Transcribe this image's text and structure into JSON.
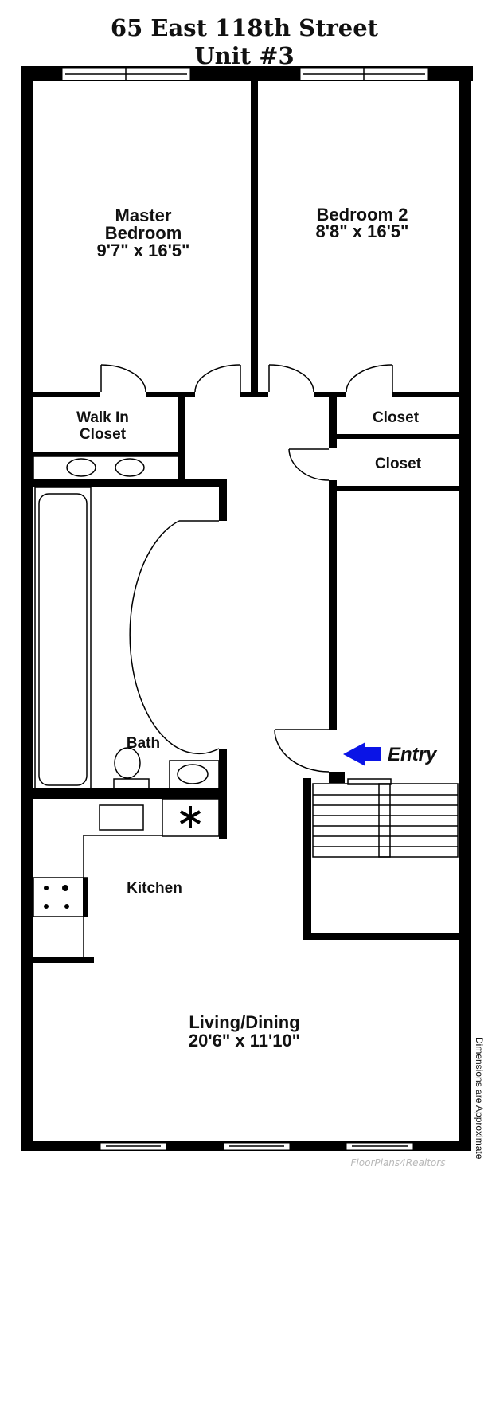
{
  "title": {
    "line1": "65 East 118th Street",
    "line2": "Unit #3"
  },
  "rooms": {
    "master": {
      "name1": "Master",
      "name2": "Bedroom",
      "dims": "9'7\" x 16'5\""
    },
    "bedroom2": {
      "name": "Bedroom 2",
      "dims": "8'8\" x 16'5\""
    },
    "walkin": {
      "name1": "Walk In",
      "name2": "Closet"
    },
    "closet1": {
      "name": "Closet"
    },
    "closet2": {
      "name": "Closet"
    },
    "bath": {
      "name": "Bath"
    },
    "kitchen": {
      "name": "Kitchen"
    },
    "living": {
      "name": "Living/Dining",
      "dims": "20'6\" x 11'10\""
    }
  },
  "entry": {
    "label": "Entry",
    "arrow_color": "#0a14e6"
  },
  "note": "Dimensions are Approximate",
  "brand": "FloorPlans4Realtors"
}
